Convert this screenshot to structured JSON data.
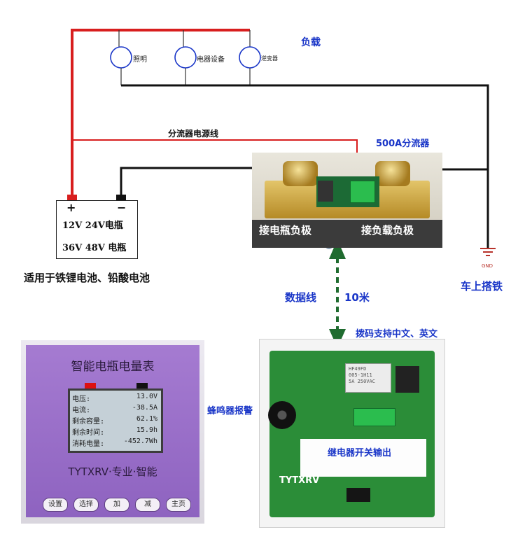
{
  "load": {
    "title": "负载",
    "devices": [
      {
        "label": "照明"
      },
      {
        "label": "电器设备"
      },
      {
        "label": "逆变器"
      }
    ]
  },
  "shunt_wire_label": "分流器电源线",
  "shunt": {
    "title": "500A分流器",
    "left_caption": "接电瓶负极",
    "right_caption": "接负载负极"
  },
  "battery": {
    "plus": "+",
    "minus": "−",
    "line1": "12V  24V电瓶",
    "line2": "36V  48V  电瓶",
    "applicability": "适用于铁锂电池、铅酸电池"
  },
  "ground": {
    "symbol_label": "GND",
    "caption": "车上搭铁"
  },
  "data_cable": {
    "label": "数据线",
    "length": "10米"
  },
  "meter": {
    "title": "智能电瓶电量表",
    "lcd": [
      {
        "key": "电压:",
        "value": "13.0V"
      },
      {
        "key": "电流:",
        "value": "-38.5A"
      },
      {
        "key": "剩余容量:",
        "value": "62.1%"
      },
      {
        "key": "剩余时间:",
        "value": "15.9h"
      },
      {
        "key": "消耗电量:",
        "value": "-452.7Wh"
      }
    ],
    "brand": "TYTXRV·专业·智能",
    "buttons": [
      "设置",
      "选择",
      "加",
      "减",
      "主页"
    ]
  },
  "controller": {
    "dip_note": "拨码支持中文、英文",
    "buzzer_note": "蜂鸣器报警",
    "relay_note": "继电器开关输出",
    "brand": "TYTXRV",
    "relay_text": "HF49FD\n005-1H11\n5A 250VAC"
  },
  "colors": {
    "positive_wire": "#d81e1e",
    "negative_wire": "#111111",
    "label_blue": "#1a36c8",
    "data_arrow": "#1f6b2f"
  }
}
